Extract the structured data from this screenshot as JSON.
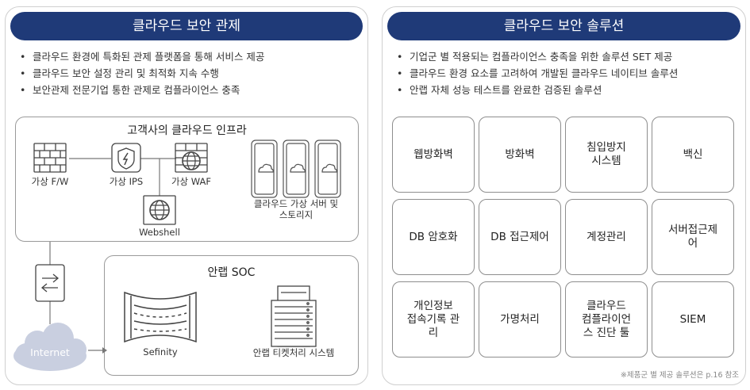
{
  "left_panel": {
    "header": "클라우드 보안 관제",
    "bullets": [
      "클라우드 환경에 특화된 관제 플랫폼을 통해 서비스 제공",
      "클라우드 보안 설정 관리 및 최적화 지속 수행",
      "보안관제 전문기업 통한 관제로 컴플라이언스 충족"
    ],
    "infra": {
      "title": "고객사의 클라우드 인프라",
      "fw_label": "가상 F/W",
      "ips_label": "가상 IPS",
      "waf_label": "가상 WAF",
      "webshell_label": "Webshell",
      "server_label_line1": "클라우드 가상 서버 및",
      "server_label_line2": "스토리지"
    },
    "internet_label": "Internet",
    "soc": {
      "title": "안랩 SOC",
      "sefinity_label": "Sefinity",
      "ticket_label": "안랩 티켓처리 시스템"
    },
    "icons": [
      "firewall-icon",
      "ips-icon",
      "waf-icon",
      "webshell-icon",
      "cloud-server-icon",
      "switch-icon",
      "internet-cloud-icon",
      "sefinity-icon",
      "ticket-server-icon"
    ]
  },
  "right_panel": {
    "header": "클라우드 보안 솔루션",
    "bullets": [
      "기업군 별 적용되는 컴플라이언스 충족을 위한 솔루션 SET 제공",
      "클라우드 환경 요소를 고려하여 개발된 클라우드 네이티브 솔루션",
      "안랩 자체 성능 테스트를 완료한 검증된 솔루션"
    ],
    "tiles": [
      "웹방화벽",
      "방화벽",
      "침입방지\n시스템",
      "백신",
      "DB 암호화",
      "DB 접근제어",
      "계정관리",
      "서버접근제\n어",
      "개인정보\n접속기록 관\n리",
      "가명처리",
      "클라우드\n컴플라이언\n스 진단 툴",
      "SIEM"
    ],
    "footnote": "※제품군 별 제공 솔루션은 p.16 참조"
  },
  "colors": {
    "header_bg": "#1f3a78",
    "cloud": "#c9cfe0",
    "line": "#666666"
  }
}
